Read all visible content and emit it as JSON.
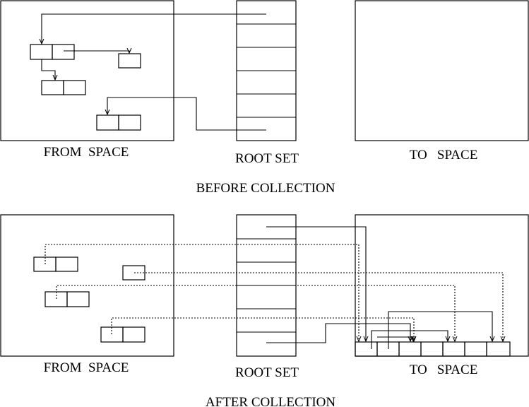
{
  "before": {
    "from_label": "FROM  SPACE",
    "root_label": "ROOT SET",
    "to_label": "TO   SPACE",
    "caption": "BEFORE COLLECTION"
  },
  "after": {
    "from_label": "FROM  SPACE",
    "root_label": "ROOT SET",
    "to_label": "TO   SPACE",
    "caption": "AFTER COLLECTION"
  },
  "colors": {
    "ink": "#000000",
    "background": "#ffffff"
  }
}
